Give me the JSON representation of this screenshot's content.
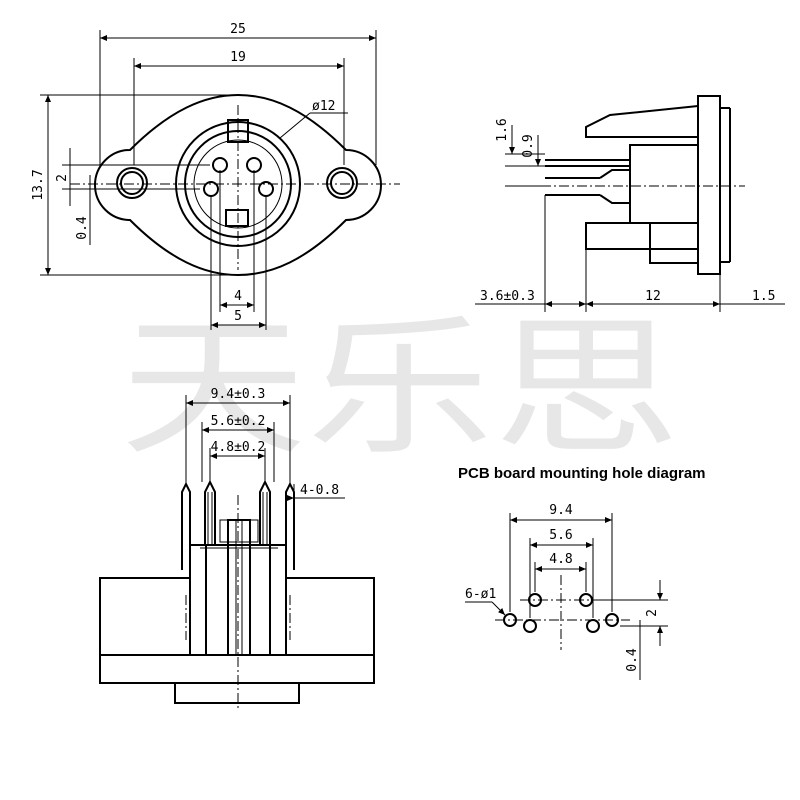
{
  "front_view": {
    "dims": {
      "width_overall": "25",
      "hole_spacing": "19",
      "diameter": "ø12",
      "height_overall": "13.7",
      "pin_offset_v": "2",
      "pin_offset_small": "0.4",
      "pin_pitch_inner": "4",
      "pin_pitch_outer": "5"
    }
  },
  "side_view": {
    "dims": {
      "pin_thickness_a": "1.6",
      "pin_thickness_b": "0.9",
      "pin_length": "3.6±0.3",
      "body_depth": "12",
      "flange_thickness": "1.5"
    }
  },
  "bottom_view": {
    "dims": {
      "span_outer": "9.4±0.3",
      "span_mid": "5.6±0.2",
      "span_inner": "4.8±0.2",
      "pin_width": "4-0.8"
    }
  },
  "pcb_diagram": {
    "title": "PCB board mounting hole diagram",
    "dims": {
      "span_outer": "9.4",
      "span_mid": "5.6",
      "span_inner": "4.8",
      "hole_callout": "6-ø1",
      "row_offset": "2",
      "small_offset": "0.4"
    }
  },
  "watermark": {
    "text": "天乐思"
  }
}
